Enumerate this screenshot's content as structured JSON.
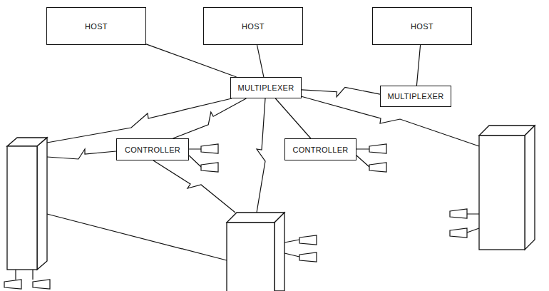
{
  "diagram": {
    "nodes": [
      {
        "text": [
          "HOST"
        ]
      },
      {
        "text": [
          "HOST"
        ]
      },
      {
        "text": [
          "HOST"
        ]
      },
      {
        "text": [
          "MULTIPLEXER"
        ]
      },
      {
        "text": [
          "MULTIPLEXER"
        ]
      },
      {
        "text": [
          "CONTROLLER"
        ]
      },
      {
        "text": [
          "CONTROLLER"
        ]
      }
    ],
    "edges": [
      {
        "from": 0,
        "to": 3,
        "arrow": "none"
      },
      {
        "from": 1,
        "to": 3,
        "arrow": "none"
      },
      {
        "from": 3,
        "to": 4,
        "arrow": "none"
      },
      {
        "from": 2,
        "to": 4,
        "arrow": "none"
      },
      {
        "from": 3,
        "to": 5,
        "arrow": "none"
      },
      {
        "from": 3,
        "to": 6,
        "arrow": "none"
      }
    ]
  }
}
